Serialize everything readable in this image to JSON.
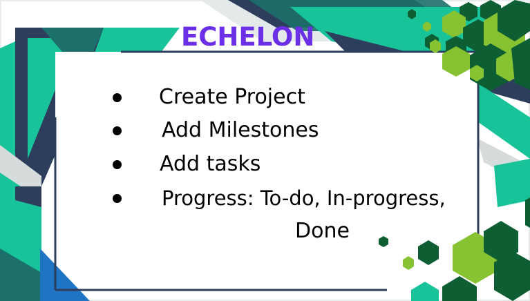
{
  "slide": {
    "title": "ECHELON",
    "title_color": "#6a2fe6",
    "bullets": [
      "Create Project",
      "Add Milestones",
      "Add tasks",
      "Progress: To-do, In-progress,"
    ],
    "bullet_continuation": "Done"
  },
  "theme": {
    "teal": "#18c39a",
    "dark_teal": "#1c6f6a",
    "navy": "#2c3e5c",
    "light_green": "#86c232",
    "dark_green": "#0d5e32",
    "blue": "#1f74c4",
    "gray": "#d6dcdc"
  }
}
